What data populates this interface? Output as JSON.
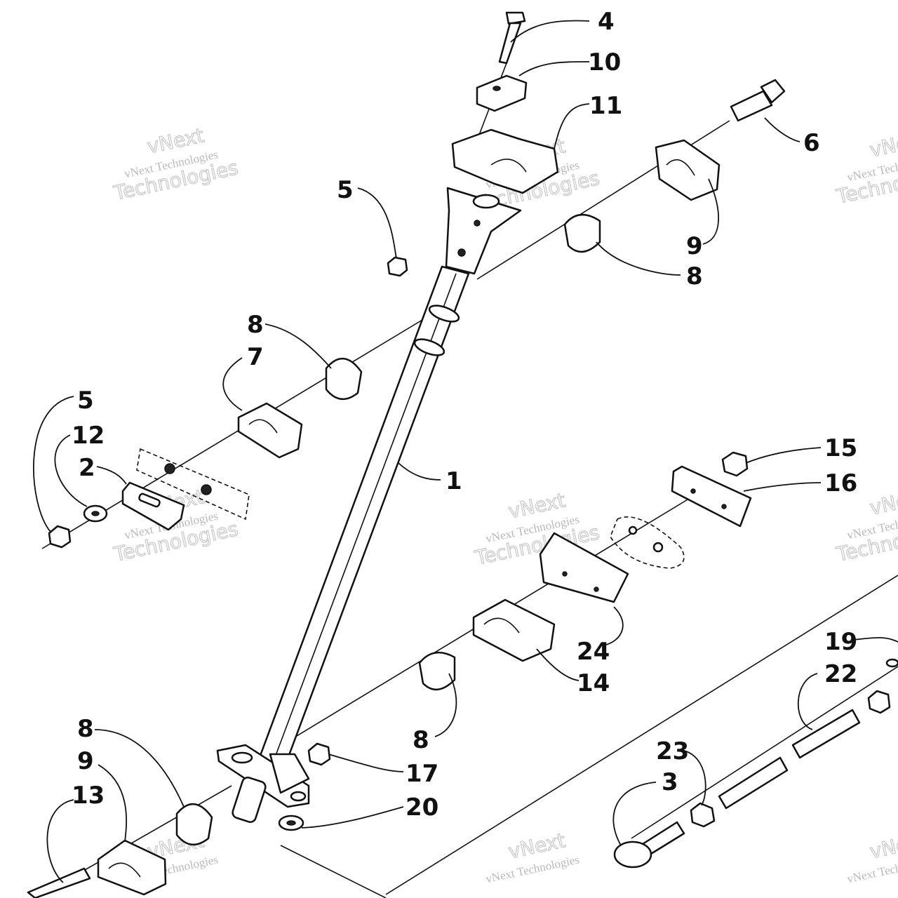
{
  "watermark": {
    "line1": "vNext Technologies",
    "line2": "Technologies",
    "line3": "vNext"
  },
  "callouts": [
    {
      "id": "c4",
      "text": "4"
    },
    {
      "id": "c10",
      "text": "10"
    },
    {
      "id": "c11",
      "text": "11"
    },
    {
      "id": "c6",
      "text": "6"
    },
    {
      "id": "c5a",
      "text": "5"
    },
    {
      "id": "c9a",
      "text": "9"
    },
    {
      "id": "c8a",
      "text": "8"
    },
    {
      "id": "c8b",
      "text": "8"
    },
    {
      "id": "c7",
      "text": "7"
    },
    {
      "id": "c5b",
      "text": "5"
    },
    {
      "id": "c12",
      "text": "12"
    },
    {
      "id": "c2",
      "text": "2"
    },
    {
      "id": "c1",
      "text": "1"
    },
    {
      "id": "c15",
      "text": "15"
    },
    {
      "id": "c16",
      "text": "16"
    },
    {
      "id": "c24",
      "text": "24"
    },
    {
      "id": "c14",
      "text": "14"
    },
    {
      "id": "c19",
      "text": "19"
    },
    {
      "id": "c22",
      "text": "22"
    },
    {
      "id": "c8c",
      "text": "8"
    },
    {
      "id": "c8d",
      "text": "8"
    },
    {
      "id": "c9b",
      "text": "9"
    },
    {
      "id": "c13",
      "text": "13"
    },
    {
      "id": "c17",
      "text": "17"
    },
    {
      "id": "c20",
      "text": "20"
    },
    {
      "id": "c23",
      "text": "23"
    },
    {
      "id": "c3",
      "text": "3"
    }
  ]
}
